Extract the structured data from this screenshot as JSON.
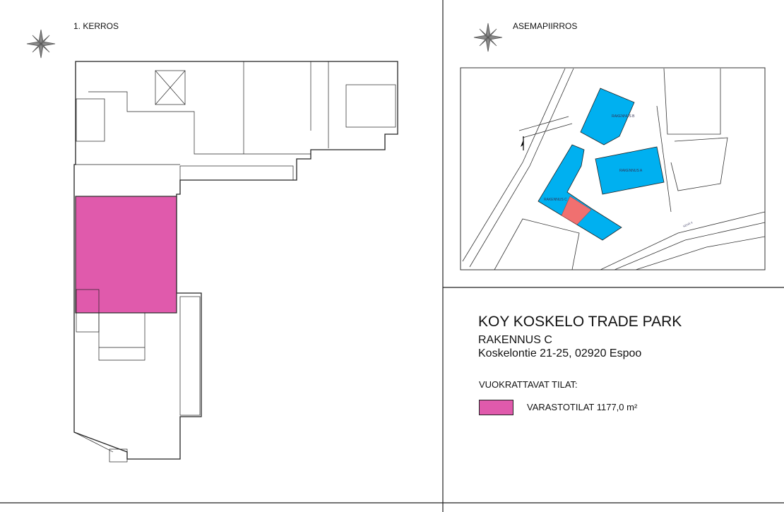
{
  "floor_plan": {
    "label": "1. KERROS",
    "highlight_color": "#e05aac"
  },
  "site_plan": {
    "label": "ASEMAPIIRROS",
    "buildings": [
      {
        "name": "RAKENNUS A",
        "color": "#00b0f0"
      },
      {
        "name": "RAKENNUS B",
        "color": "#00b0f0"
      },
      {
        "name": "RAKENNUS C",
        "color": "#00b0f0"
      }
    ],
    "highlight_color": "#f07070",
    "road_label": "KEHÄ II"
  },
  "title_block": {
    "title": "KOY KOSKELO TRADE PARK",
    "building": "RAKENNUS C",
    "address": "Koskelontie 21-25, 02920 Espoo",
    "leasable_heading": "VUOKRATTAVAT TILAT:",
    "legend": [
      {
        "label": "VARASTOTILAT 1177,0 m²",
        "color": "#e05aac"
      }
    ]
  }
}
